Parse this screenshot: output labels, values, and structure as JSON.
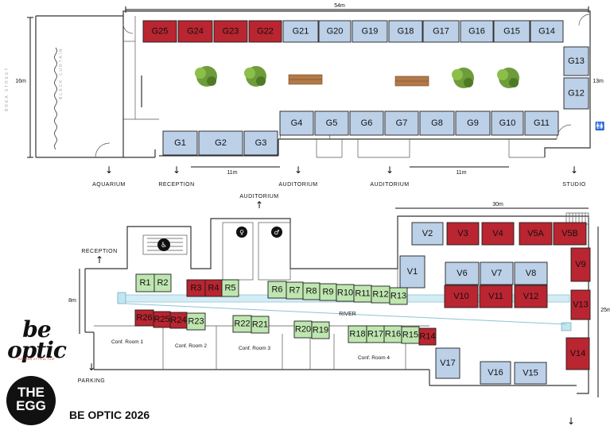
{
  "booth_colors": {
    "available": "#bcd0e8",
    "reserved": "#b92530",
    "green": "#bfe6b0"
  },
  "ground_floor": {
    "dimensions": {
      "width": "54m",
      "height_left": "16m",
      "height_right": "13m",
      "span_a": "11m",
      "span_b": "11m"
    },
    "street_label": "BREA STREET",
    "curtain_label": "BLACK CURTAIN",
    "booths": {
      "G25": "reserved",
      "G24": "reserved",
      "G23": "reserved",
      "G22": "reserved",
      "G21": "available",
      "G20": "available",
      "G19": "available",
      "G18": "available",
      "G17": "available",
      "G16": "available",
      "G15": "available",
      "G14": "available",
      "G13": "available",
      "G12": "available",
      "G11": "available",
      "G10": "available",
      "G9": "available",
      "G8": "available",
      "G7": "available",
      "G6": "available",
      "G5": "available",
      "G4": "available",
      "G3": "available",
      "G2": "available",
      "G1": "available"
    },
    "exits": {
      "aquarium": "AQUARIUM",
      "reception": "RECEPTION",
      "auditorium_1": "AUDITORIUM",
      "auditorium_2": "AUDITORIUM",
      "studio": "STUDIO"
    }
  },
  "upper_floor": {
    "dimensions": {
      "width": "30m",
      "height_left": "8m",
      "height_right": "25m"
    },
    "river_label": "RIVER",
    "auditorium_label": "AUDITORIUM",
    "reception_label": "RECEPTION",
    "parking_label": "PARKING",
    "rooms": {
      "conf1": "Conf. Room 1",
      "conf2": "Conf. Room 2",
      "conf3": "Conf. Room 3",
      "conf4": "Conf. Room 4"
    },
    "booths": {
      "V2": "available",
      "V3": "reserved",
      "V4": "reserved",
      "V5A": "reserved",
      "V5B": "reserved",
      "V1": "available",
      "V6": "available",
      "V7": "available",
      "V8": "available",
      "V9": "reserved",
      "V10": "reserved",
      "V11": "reserved",
      "V12": "reserved",
      "V13": "reserved",
      "V14": "reserved",
      "V15": "available",
      "V16": "available",
      "V17": "available",
      "R1": "green",
      "R2": "green",
      "R3": "reserved",
      "R4": "reserved",
      "R5": "green",
      "R6": "green",
      "R7": "green",
      "R8": "green",
      "R9": "green",
      "R10": "green",
      "R11": "green",
      "R12": "green",
      "R13": "green",
      "R26": "reserved",
      "R25": "reserved",
      "R24": "reserved",
      "R23": "green",
      "R22": "green",
      "R21": "green",
      "R20": "green",
      "R19": "green",
      "R18": "green",
      "R17": "green",
      "R16": "green",
      "R15": "green",
      "R14": "reserved"
    }
  },
  "branding": {
    "be_optic_logo": "be optic",
    "be_optic_tagline": "BELGIAN OPTICAL FAIR",
    "egg_logo_line1": "THE",
    "egg_logo_line2": "EGG",
    "event_title": "BE OPTIC 2026"
  }
}
